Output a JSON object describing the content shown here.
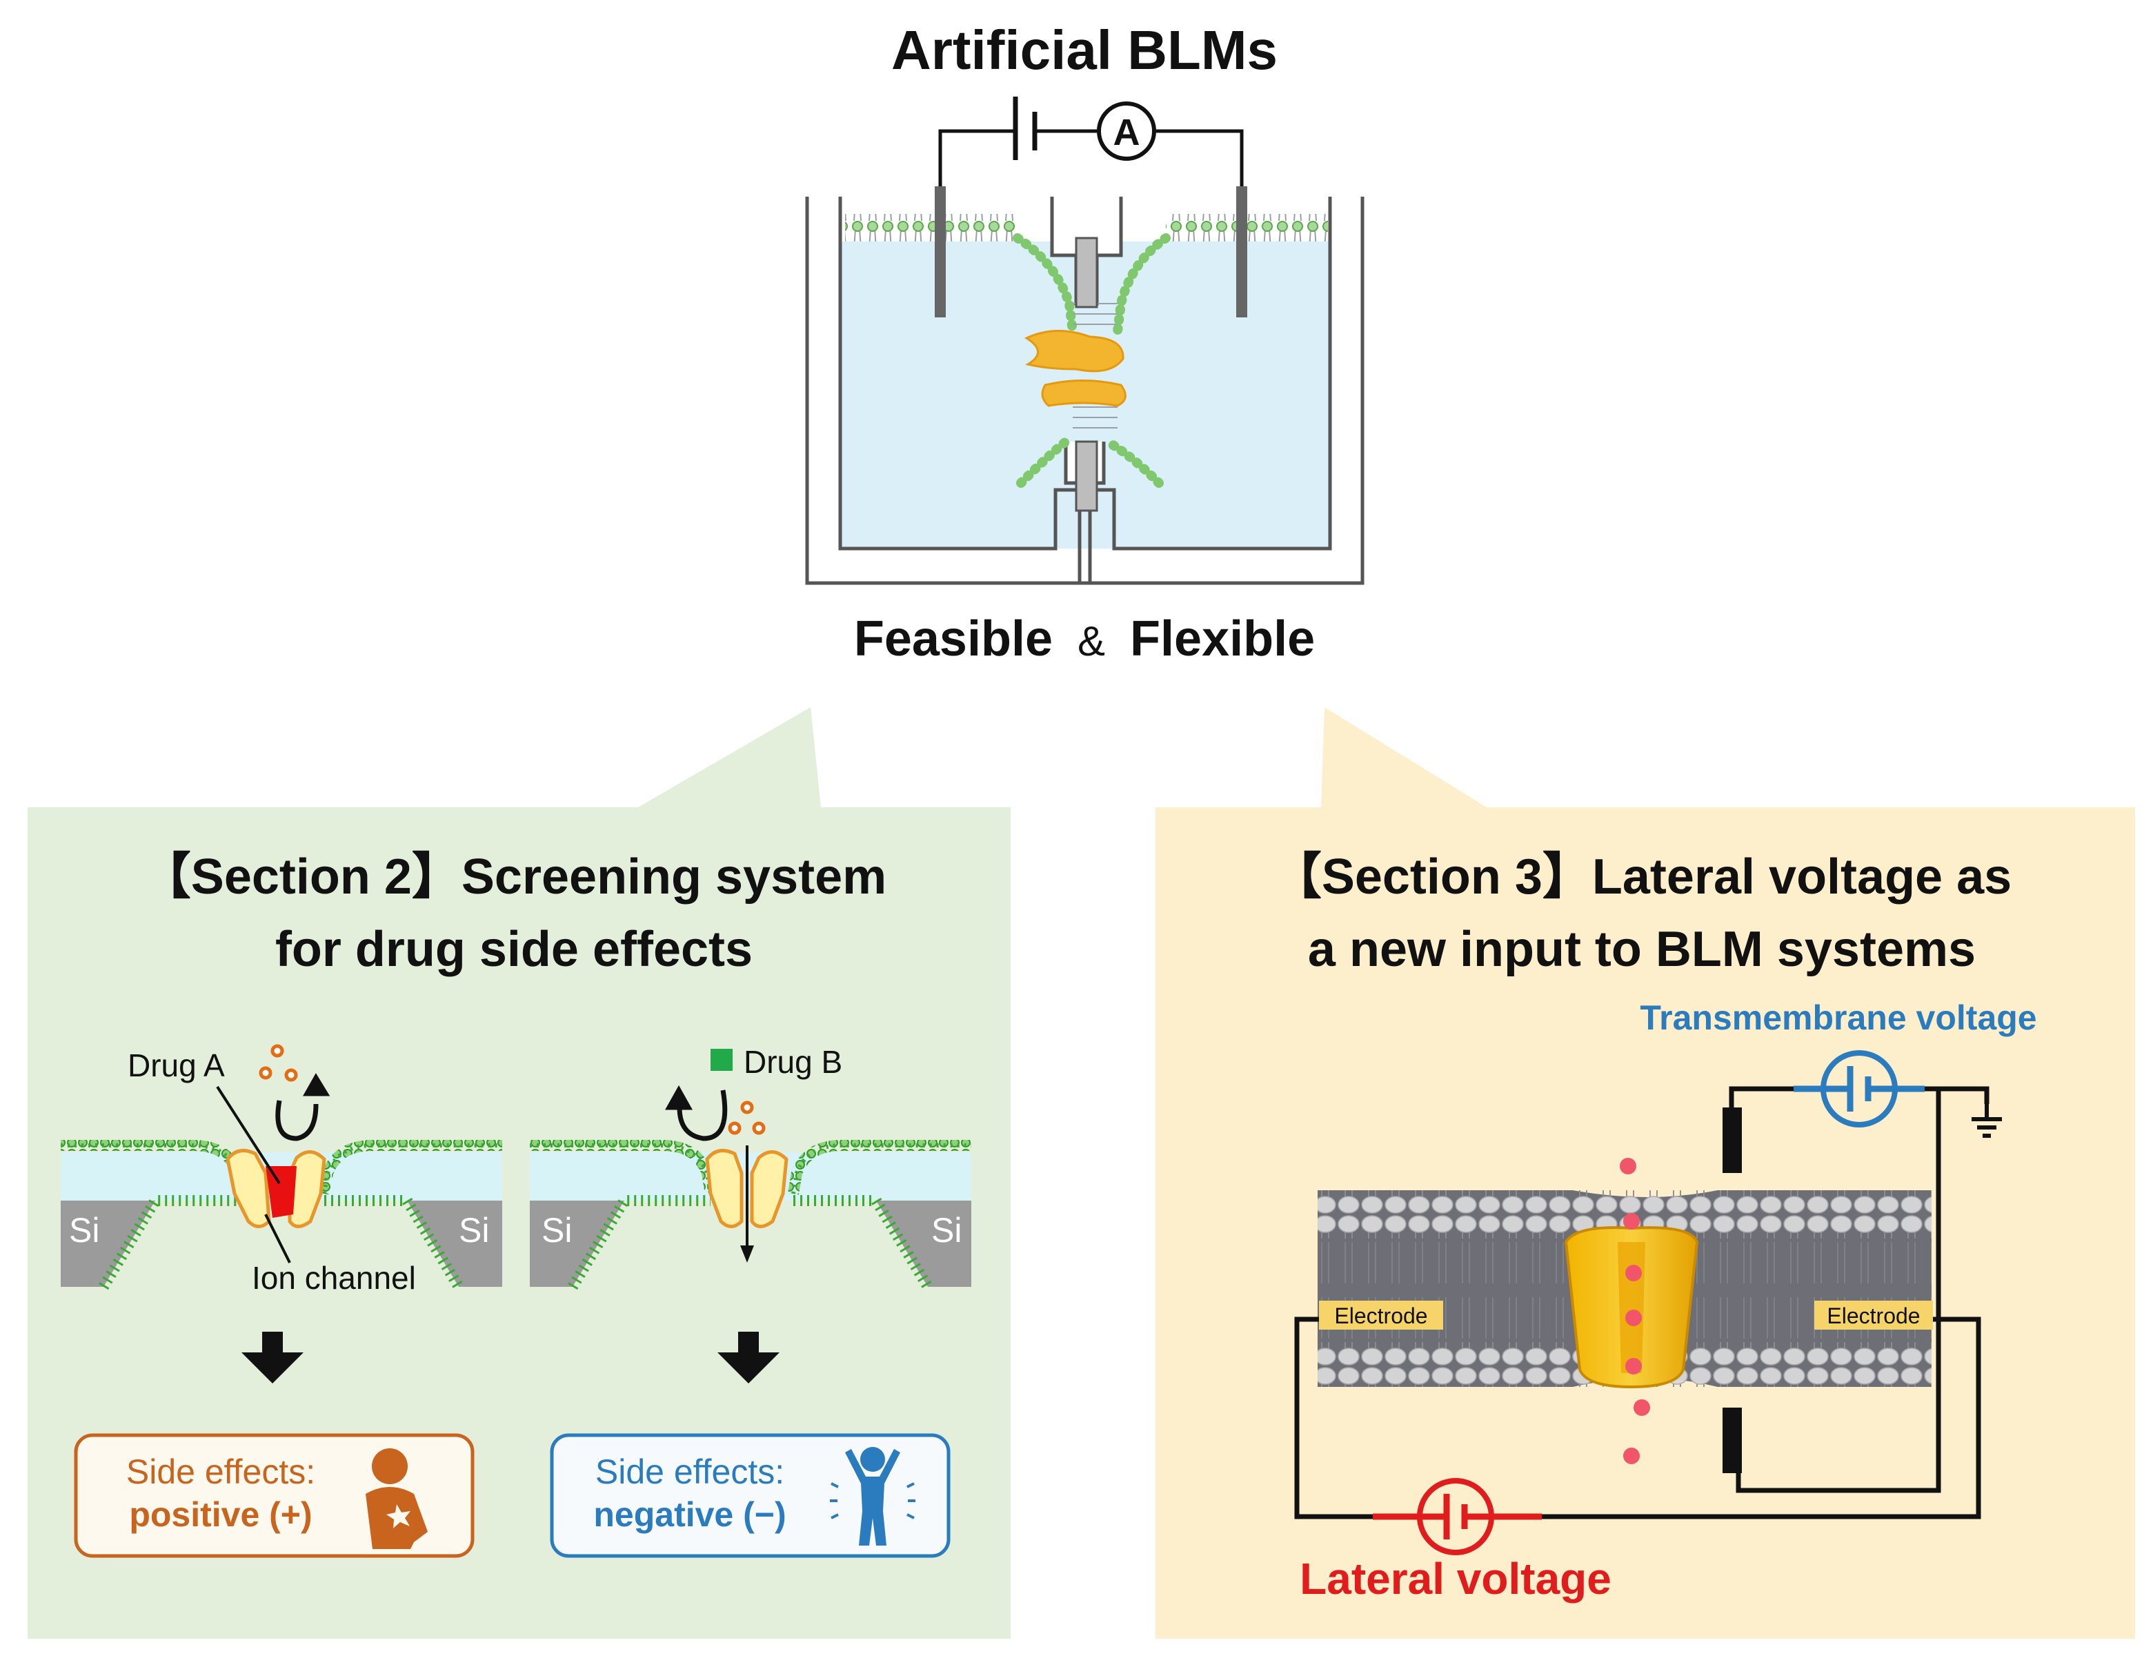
{
  "top": {
    "title": "Artificial BLMs",
    "ammeter_label": "A",
    "subtitle_left": "Feasible",
    "subtitle_amp": "&",
    "subtitle_right": "Flexible"
  },
  "section2": {
    "title_line1": "【Section 2】Screening system",
    "title_line2": "for drug side effects",
    "drug_a": "Drug A",
    "drug_b": "Drug B",
    "ion_channel": "Ion channel",
    "si": "Si",
    "positive_box": {
      "line1": "Side effects:",
      "line2": "positive (+)"
    },
    "negative_box": {
      "line1": "Side effects:",
      "line2": "negative (−)"
    }
  },
  "section3": {
    "title_line1": "【Section 3】Lateral voltage as",
    "title_line2": "a new input to BLM systems",
    "transmembrane_label": "Transmembrane voltage",
    "lateral_label": "Lateral voltage",
    "electrode_left": "Electrode",
    "electrode_right": "Electrode"
  },
  "colors": {
    "green_panel": "#e3eedb",
    "yellow_panel": "#fdefcb",
    "water": "#daeff8",
    "lipid_green": "#3aaa35",
    "orange": "#c8641e",
    "blue": "#2b7bbf",
    "red": "#e01c1c"
  }
}
